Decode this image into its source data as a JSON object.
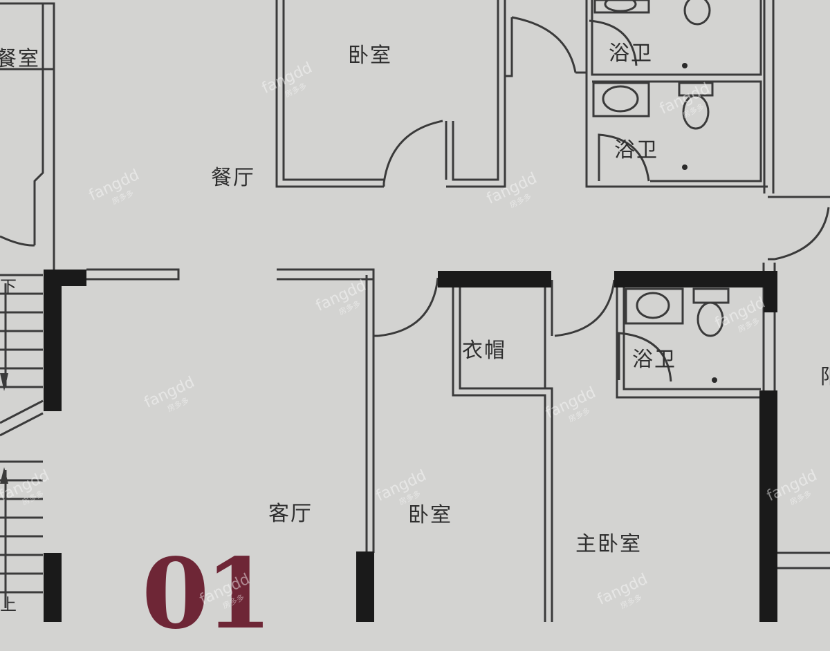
{
  "rooms": {
    "bedroom_top": "卧室",
    "dining": "餐厅",
    "bath_1": "浴卫",
    "bath_2": "浴卫",
    "bath_3": "浴卫",
    "cloakroom": "衣帽",
    "living": "客厅",
    "bedroom_mid": "卧室",
    "master_bedroom": "主卧室",
    "left_edge_room": "餐室",
    "right_edge_fragment": "阳"
  },
  "stairs": {
    "down": "下",
    "up": "上"
  },
  "unit_number": "01",
  "watermark": {
    "brand": "fangdd",
    "sub": "房多多"
  },
  "colors": {
    "background": "#d3d3d1",
    "wall": "#1a1a1a",
    "line": "#3a3a3a",
    "unit_number": "#6e2636"
  }
}
